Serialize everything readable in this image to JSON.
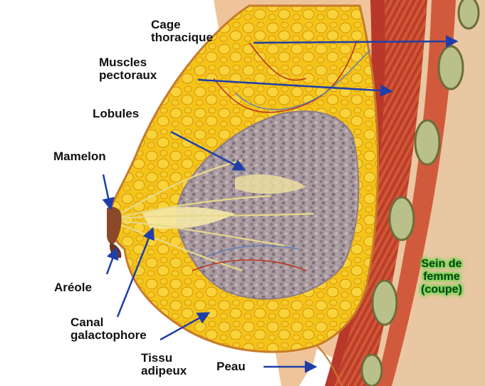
{
  "labels": {
    "cage": "Cage\nthoracique",
    "muscles": "Muscles\npectoraux",
    "lobules": "Lobules",
    "mamelon": "Mamelon",
    "areole": "Aréole",
    "canal": "Canal\ngalactophore",
    "tissu": "Tissu\nadipeux",
    "peau": "Peau"
  },
  "title": "Sein de\nfemme\n(coupe)",
  "colors": {
    "arrow": "#1f3fa8",
    "fat": "#f2c21b",
    "muscle": "#c9462e",
    "lobule": "#9b8a93",
    "title_glow": "#5fdc4a"
  }
}
